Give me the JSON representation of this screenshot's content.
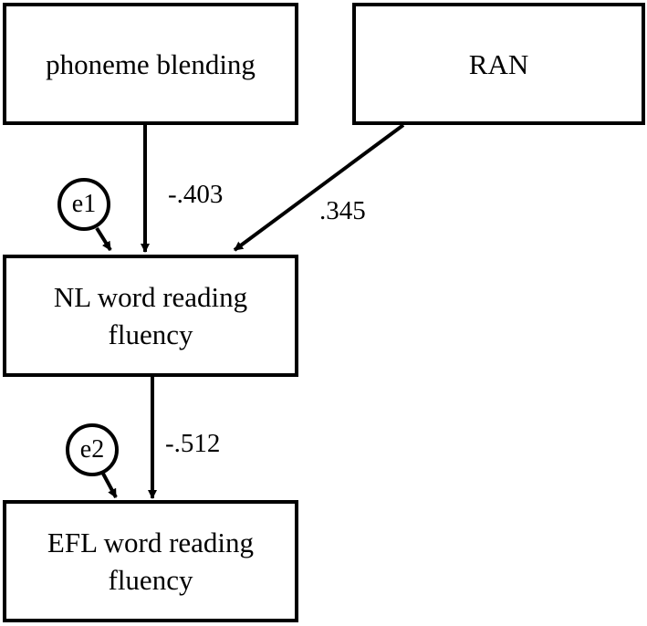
{
  "nodes": {
    "phoneme_blending": "phoneme blending",
    "ran": "RAN",
    "nl_word_reading_fluency": [
      "NL word reading",
      "fluency"
    ],
    "efl_word_reading_fluency": [
      "EFL word reading",
      "fluency"
    ]
  },
  "errors": {
    "e1": "e1",
    "e2": "e2"
  },
  "paths": {
    "phoneme_to_nl": "-.403",
    "ran_to_nl": ".345",
    "nl_to_efl": "-.512"
  },
  "colors": {
    "stroke": "#000000",
    "fill": "#ffffff"
  }
}
